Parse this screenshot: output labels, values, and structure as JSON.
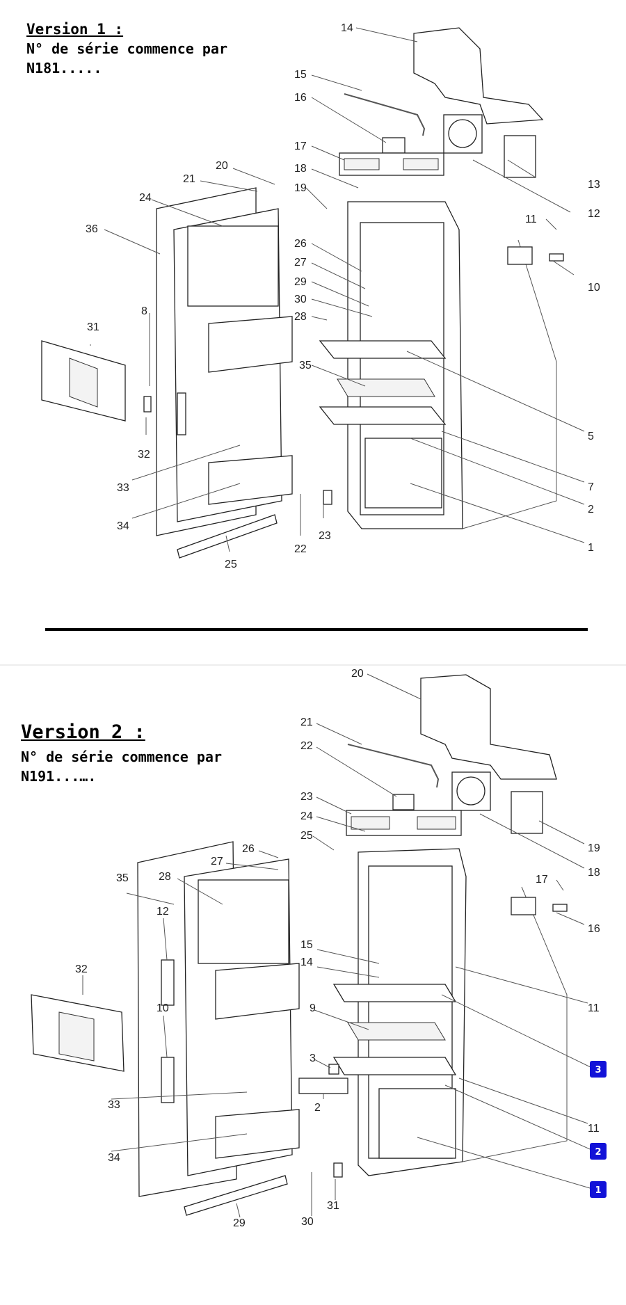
{
  "version1": {
    "heading": "Version 1 :",
    "serial_line1": "N° de série commence par",
    "serial_line2": "N181.....",
    "labels": [
      "14",
      "15",
      "16",
      "17",
      "18",
      "19",
      "20",
      "21",
      "24",
      "36",
      "13",
      "12",
      "11",
      "10",
      "26",
      "27",
      "29",
      "30",
      "28",
      "31",
      "8",
      "35",
      "5",
      "7",
      "2",
      "1",
      "32",
      "33",
      "34",
      "22",
      "23",
      "25"
    ]
  },
  "version2": {
    "heading": "Version 2 :",
    "serial_line1": "N° de série commence par",
    "serial_line2": "N191...….",
    "labels": [
      "20",
      "21",
      "22",
      "23",
      "24",
      "25",
      "26",
      "27",
      "28",
      "35",
      "19",
      "18",
      "17",
      "16",
      "12",
      "15",
      "14",
      "32",
      "10",
      "11",
      "9",
      "3",
      "33",
      "2",
      "34",
      "29",
      "30",
      "31",
      "11"
    ],
    "badges": [
      "3",
      "2",
      "1"
    ],
    "badge_color": "#1212d8"
  }
}
